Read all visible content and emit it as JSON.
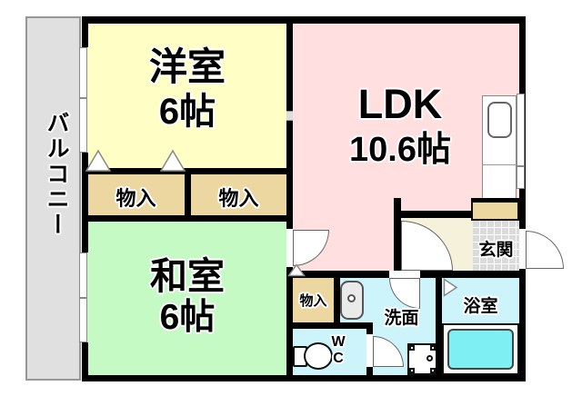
{
  "document": {
    "type": "floor-plan"
  },
  "rooms": {
    "balcony": {
      "label": "バルコニー"
    },
    "western": {
      "label": "洋室",
      "size": "6帖"
    },
    "ldk": {
      "label": "LDK",
      "size": "10.6帖"
    },
    "japanese": {
      "label": "和室",
      "size": "6帖"
    },
    "closet1": {
      "label": "物入"
    },
    "closet2": {
      "label": "物入"
    },
    "closet3": {
      "label": "物入"
    },
    "washroom": {
      "label": "洗面"
    },
    "wc": {
      "line1": "W",
      "line2": "C"
    },
    "bath": {
      "label": "浴室"
    },
    "entrance": {
      "label": "玄関"
    }
  },
  "fixtures": {
    "kitchen_counter": "kitchen-counter",
    "kitchen_sink": "kitchen-sink",
    "washbasin": "washbasin",
    "washing_machine": "washing-machine",
    "toilet": "toilet",
    "bathtub": "bathtub",
    "entrance_tile": "entrance-tile-floor",
    "shoe_cabinet": "shoe-cabinet"
  },
  "colors": {
    "wall": "#000000",
    "western_room": "#FFFFC5",
    "ldk": "#FFDFDF",
    "japanese_room": "#C5FAC5",
    "closet": "#EBD79F",
    "wet_area": "#CDF4FA",
    "bathtub": "#7EEFF2",
    "hall": "#F6F1DB",
    "entrance_tile": "#DBDBDB",
    "balcony": "#E0E0E0"
  }
}
